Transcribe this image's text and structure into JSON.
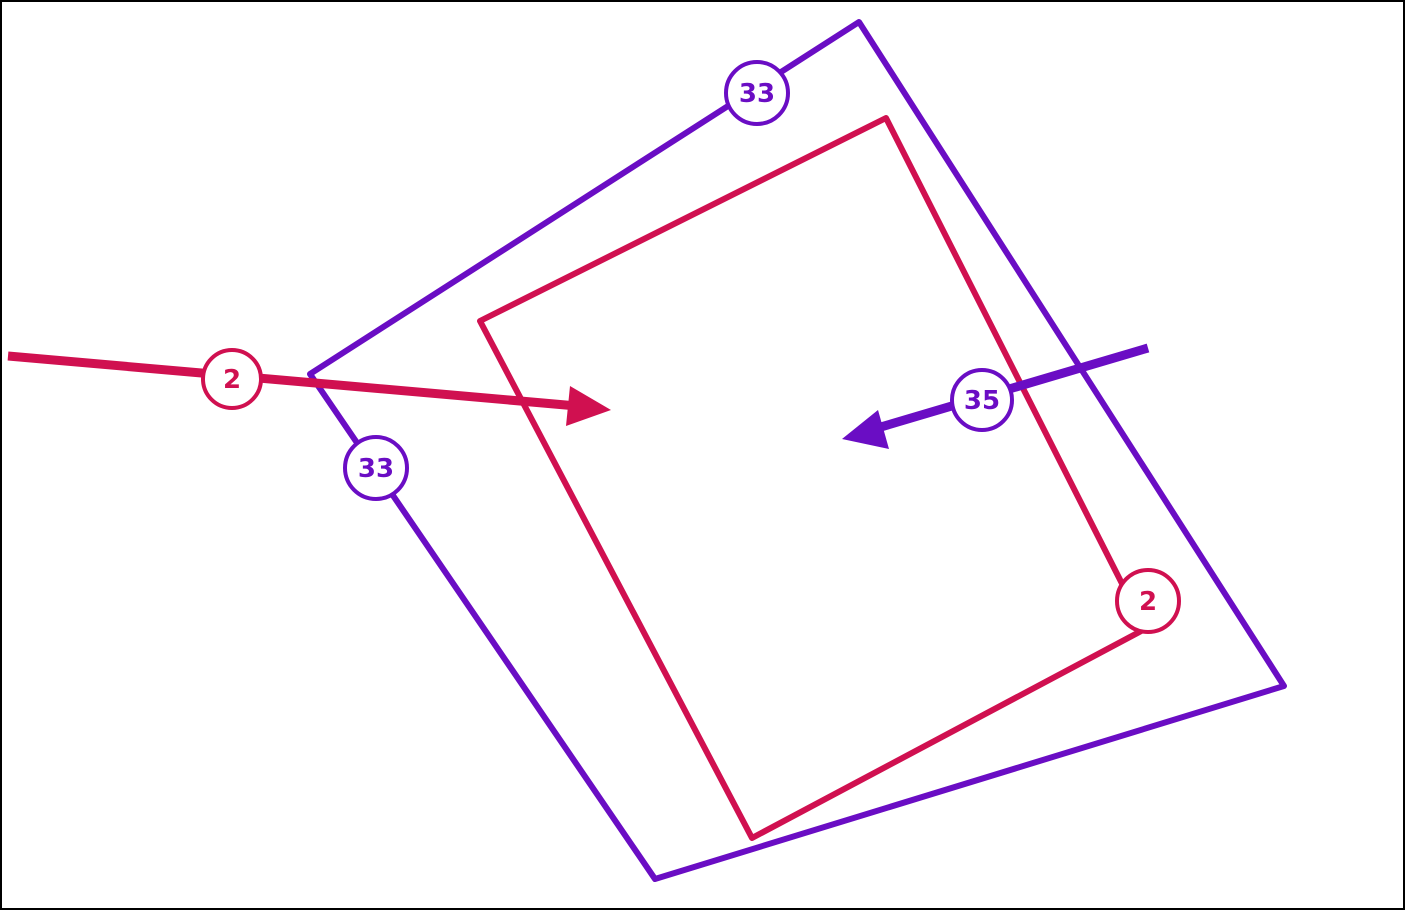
{
  "colors": {
    "red": "#d01050",
    "purple": "#6a0dc4",
    "background": "#ffffff",
    "border": "#000000"
  },
  "shapes": {
    "outer_quad": {
      "color": "purple"
    },
    "inner_quad": {
      "color": "red"
    },
    "red_arrow": {
      "color": "red"
    },
    "purple_arrow": {
      "color": "purple"
    }
  },
  "labels": {
    "outer_top": "33",
    "outer_left": "33",
    "purple_arrow": "35",
    "red_arrow": "2",
    "inner_right": "2"
  }
}
